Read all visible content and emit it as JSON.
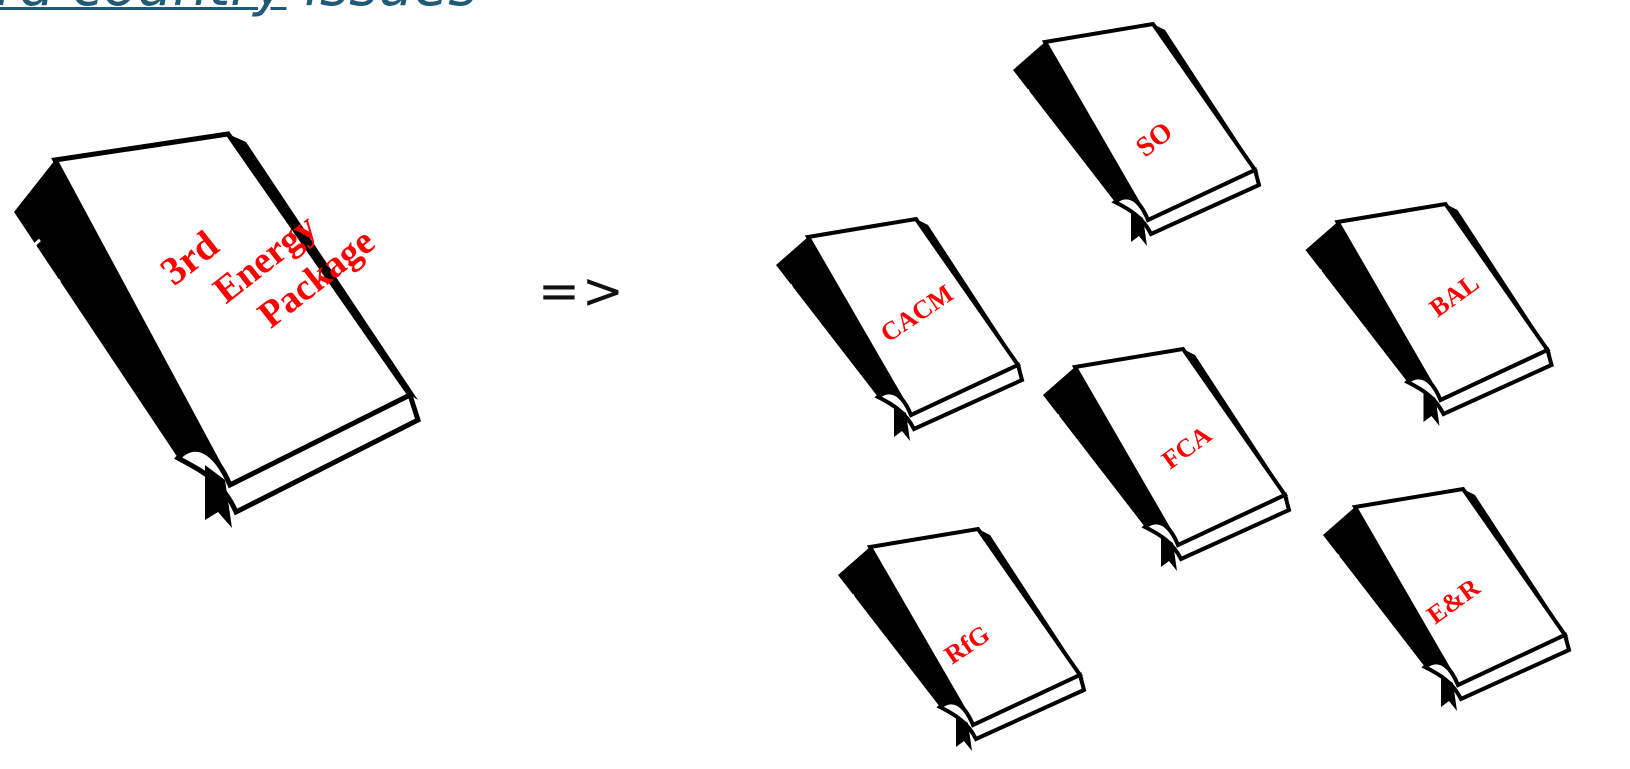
{
  "title": {
    "underlined": "rd country",
    "rest": " issues"
  },
  "arrow": "=>",
  "colors": {
    "label": "#ff0000",
    "title": "#1f5a78"
  },
  "main_book": {
    "lines": [
      "3rd",
      "Energy",
      "Package"
    ]
  },
  "books": [
    {
      "label": "SO"
    },
    {
      "label": "CACM"
    },
    {
      "label": "BAL"
    },
    {
      "label": "FCA"
    },
    {
      "label": "RfG"
    },
    {
      "label": "E&R"
    }
  ]
}
